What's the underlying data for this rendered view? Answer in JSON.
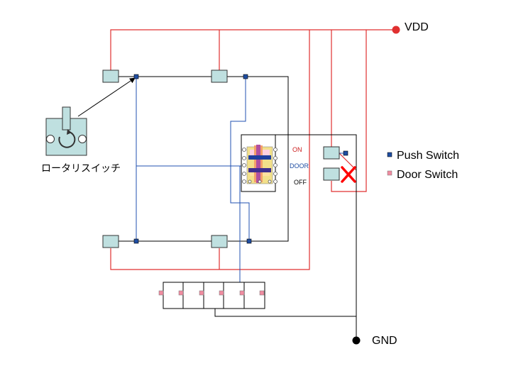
{
  "labels": {
    "vdd": "VDD",
    "gnd": "GND",
    "rotary_switch": "ロータリスイッチ",
    "slide_on": "ON",
    "slide_door": "DOOR",
    "slide_off": "OFF"
  },
  "legend": [
    {
      "label": "Push Switch",
      "color": "#1f4ea3"
    },
    {
      "label": "Door Switch",
      "color": "#f08ca0"
    }
  ],
  "colors": {
    "vdd_wire": "#e03030",
    "gnd_wire": "#000000",
    "signal_wire": "#2050b0",
    "component_fill": "#bfe0e0",
    "disabled_mark": "#ff0000"
  }
}
